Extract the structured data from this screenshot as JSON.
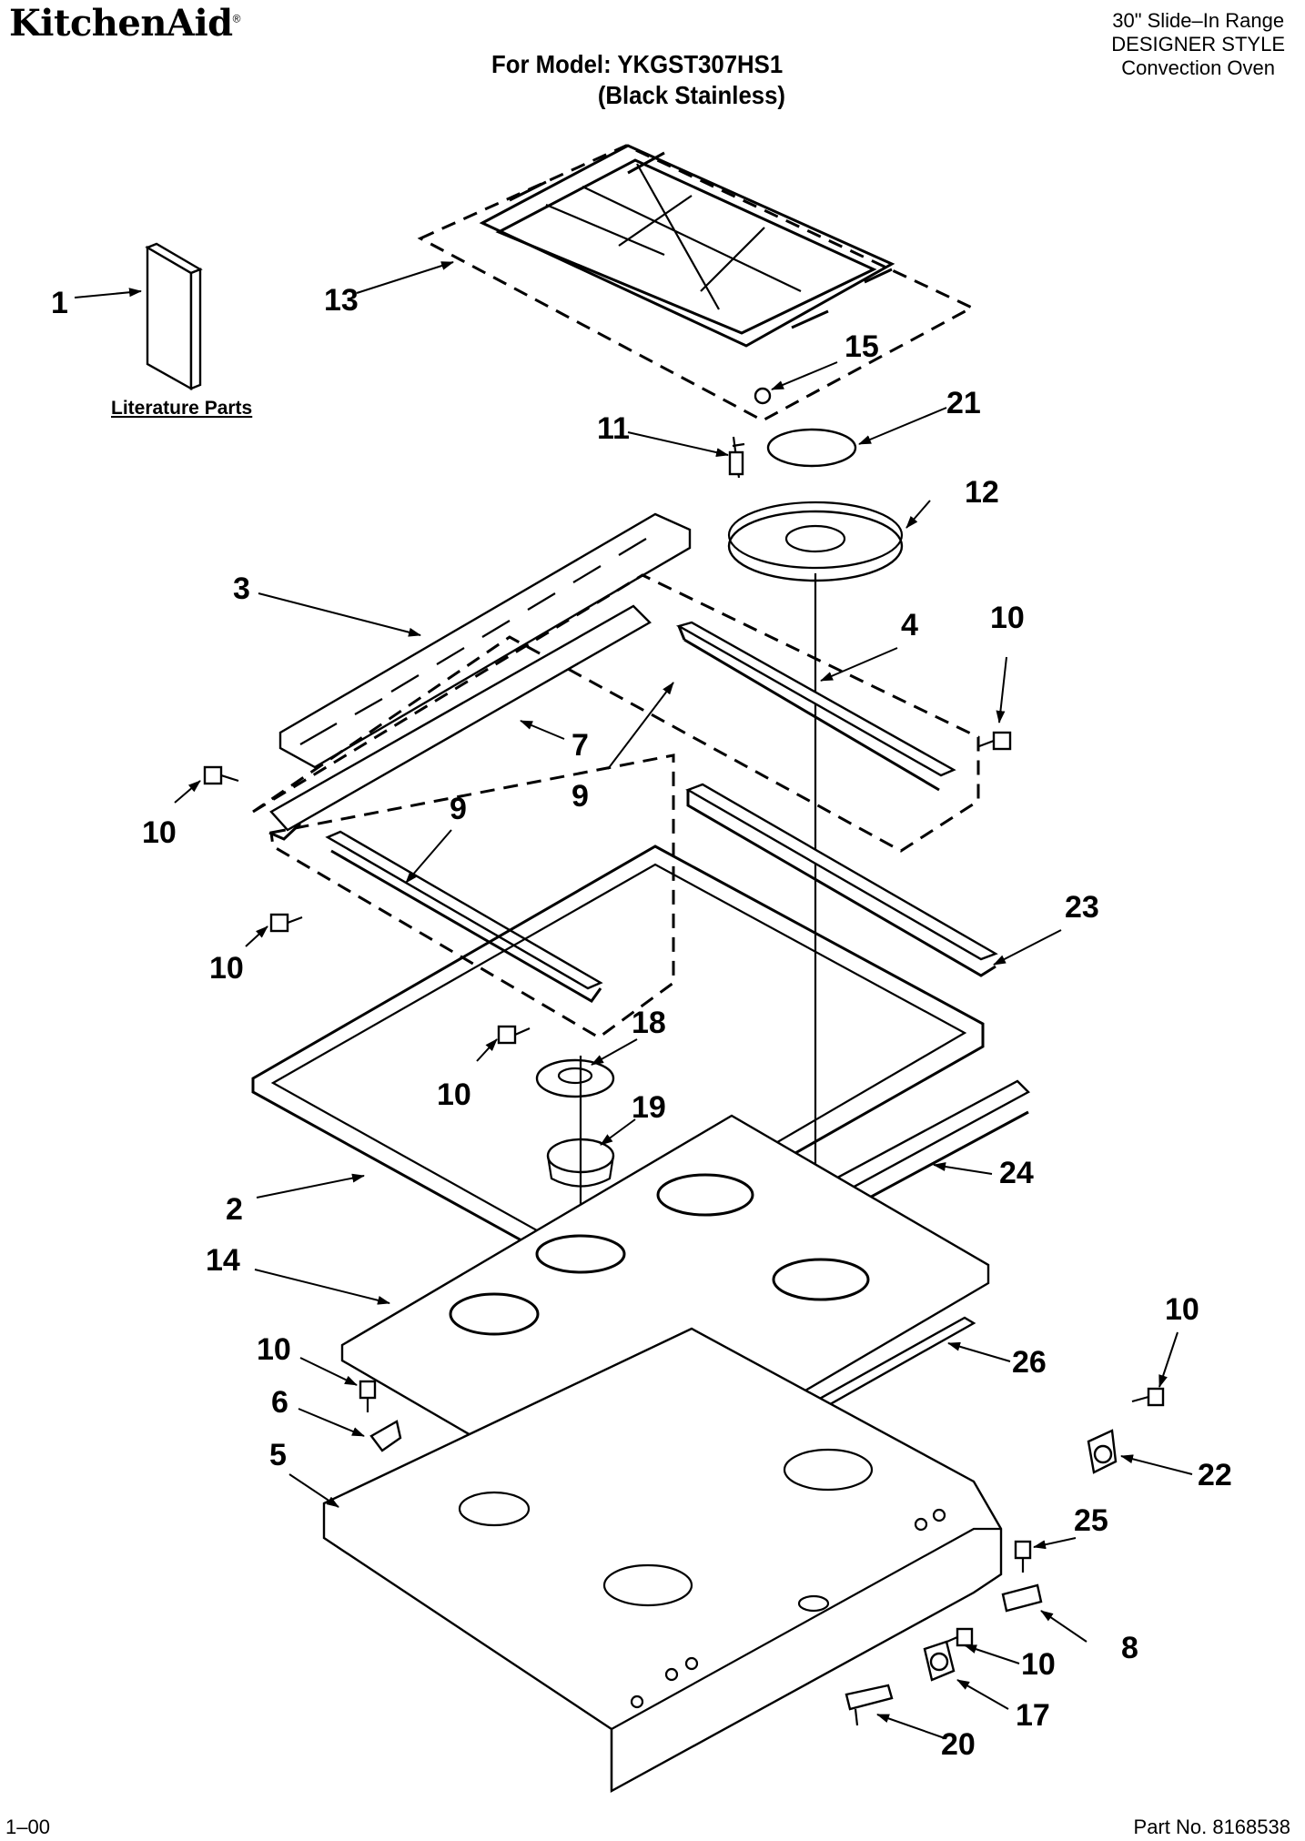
{
  "header": {
    "brand": "KitchenAid",
    "brand_mark": "®",
    "model_line1": "For Model: YKGST307HS1",
    "model_line2": "(Black Stainless)",
    "range_line1": "30\" Slide–In Range",
    "range_line2": "DESIGNER STYLE",
    "range_line3": "Convection Oven"
  },
  "literature_label": "Literature Parts",
  "callouts": {
    "c1": "1",
    "c2": "2",
    "c3": "3",
    "c4": "4",
    "c5": "5",
    "c6": "6",
    "c7": "7",
    "c8": "8",
    "c9a": "9",
    "c9b": "9",
    "c10a": "10",
    "c10b": "10",
    "c10c": "10",
    "c10d": "10",
    "c10e": "10",
    "c10f": "10",
    "c10g": "10",
    "c11": "11",
    "c12": "12",
    "c13": "13",
    "c14": "14",
    "c15": "15",
    "c17": "17",
    "c18": "18",
    "c19": "19",
    "c20": "20",
    "c21": "21",
    "c22": "22",
    "c23": "23",
    "c24": "24",
    "c25": "25",
    "c26": "26"
  },
  "footer": {
    "date": "1–00",
    "part_no": "Part No. 8168538"
  }
}
